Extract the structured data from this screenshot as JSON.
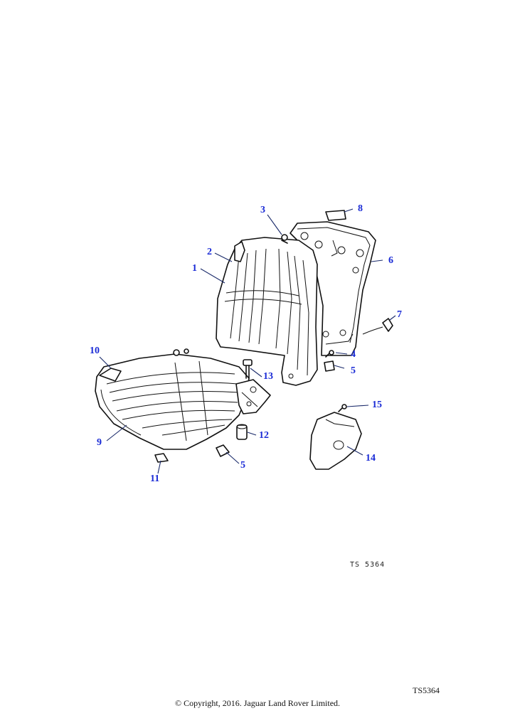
{
  "callouts": {
    "c1": "1",
    "c2": "2",
    "c3": "3",
    "c4": "4",
    "c5a": "5",
    "c5b": "5",
    "c6": "6",
    "c7": "7",
    "c8": "8",
    "c9": "9",
    "c10": "10",
    "c11": "11",
    "c12": "12",
    "c13": "13",
    "c14": "14",
    "c15": "15"
  },
  "figure_ref": "TS 5364",
  "corner_ref": "TS5364",
  "copyright": "© Copyright, 2016. Jaguar Land Rover Limited.",
  "colors": {
    "callout": "#1a2bd6",
    "line": "#111111",
    "background": "#ffffff"
  }
}
